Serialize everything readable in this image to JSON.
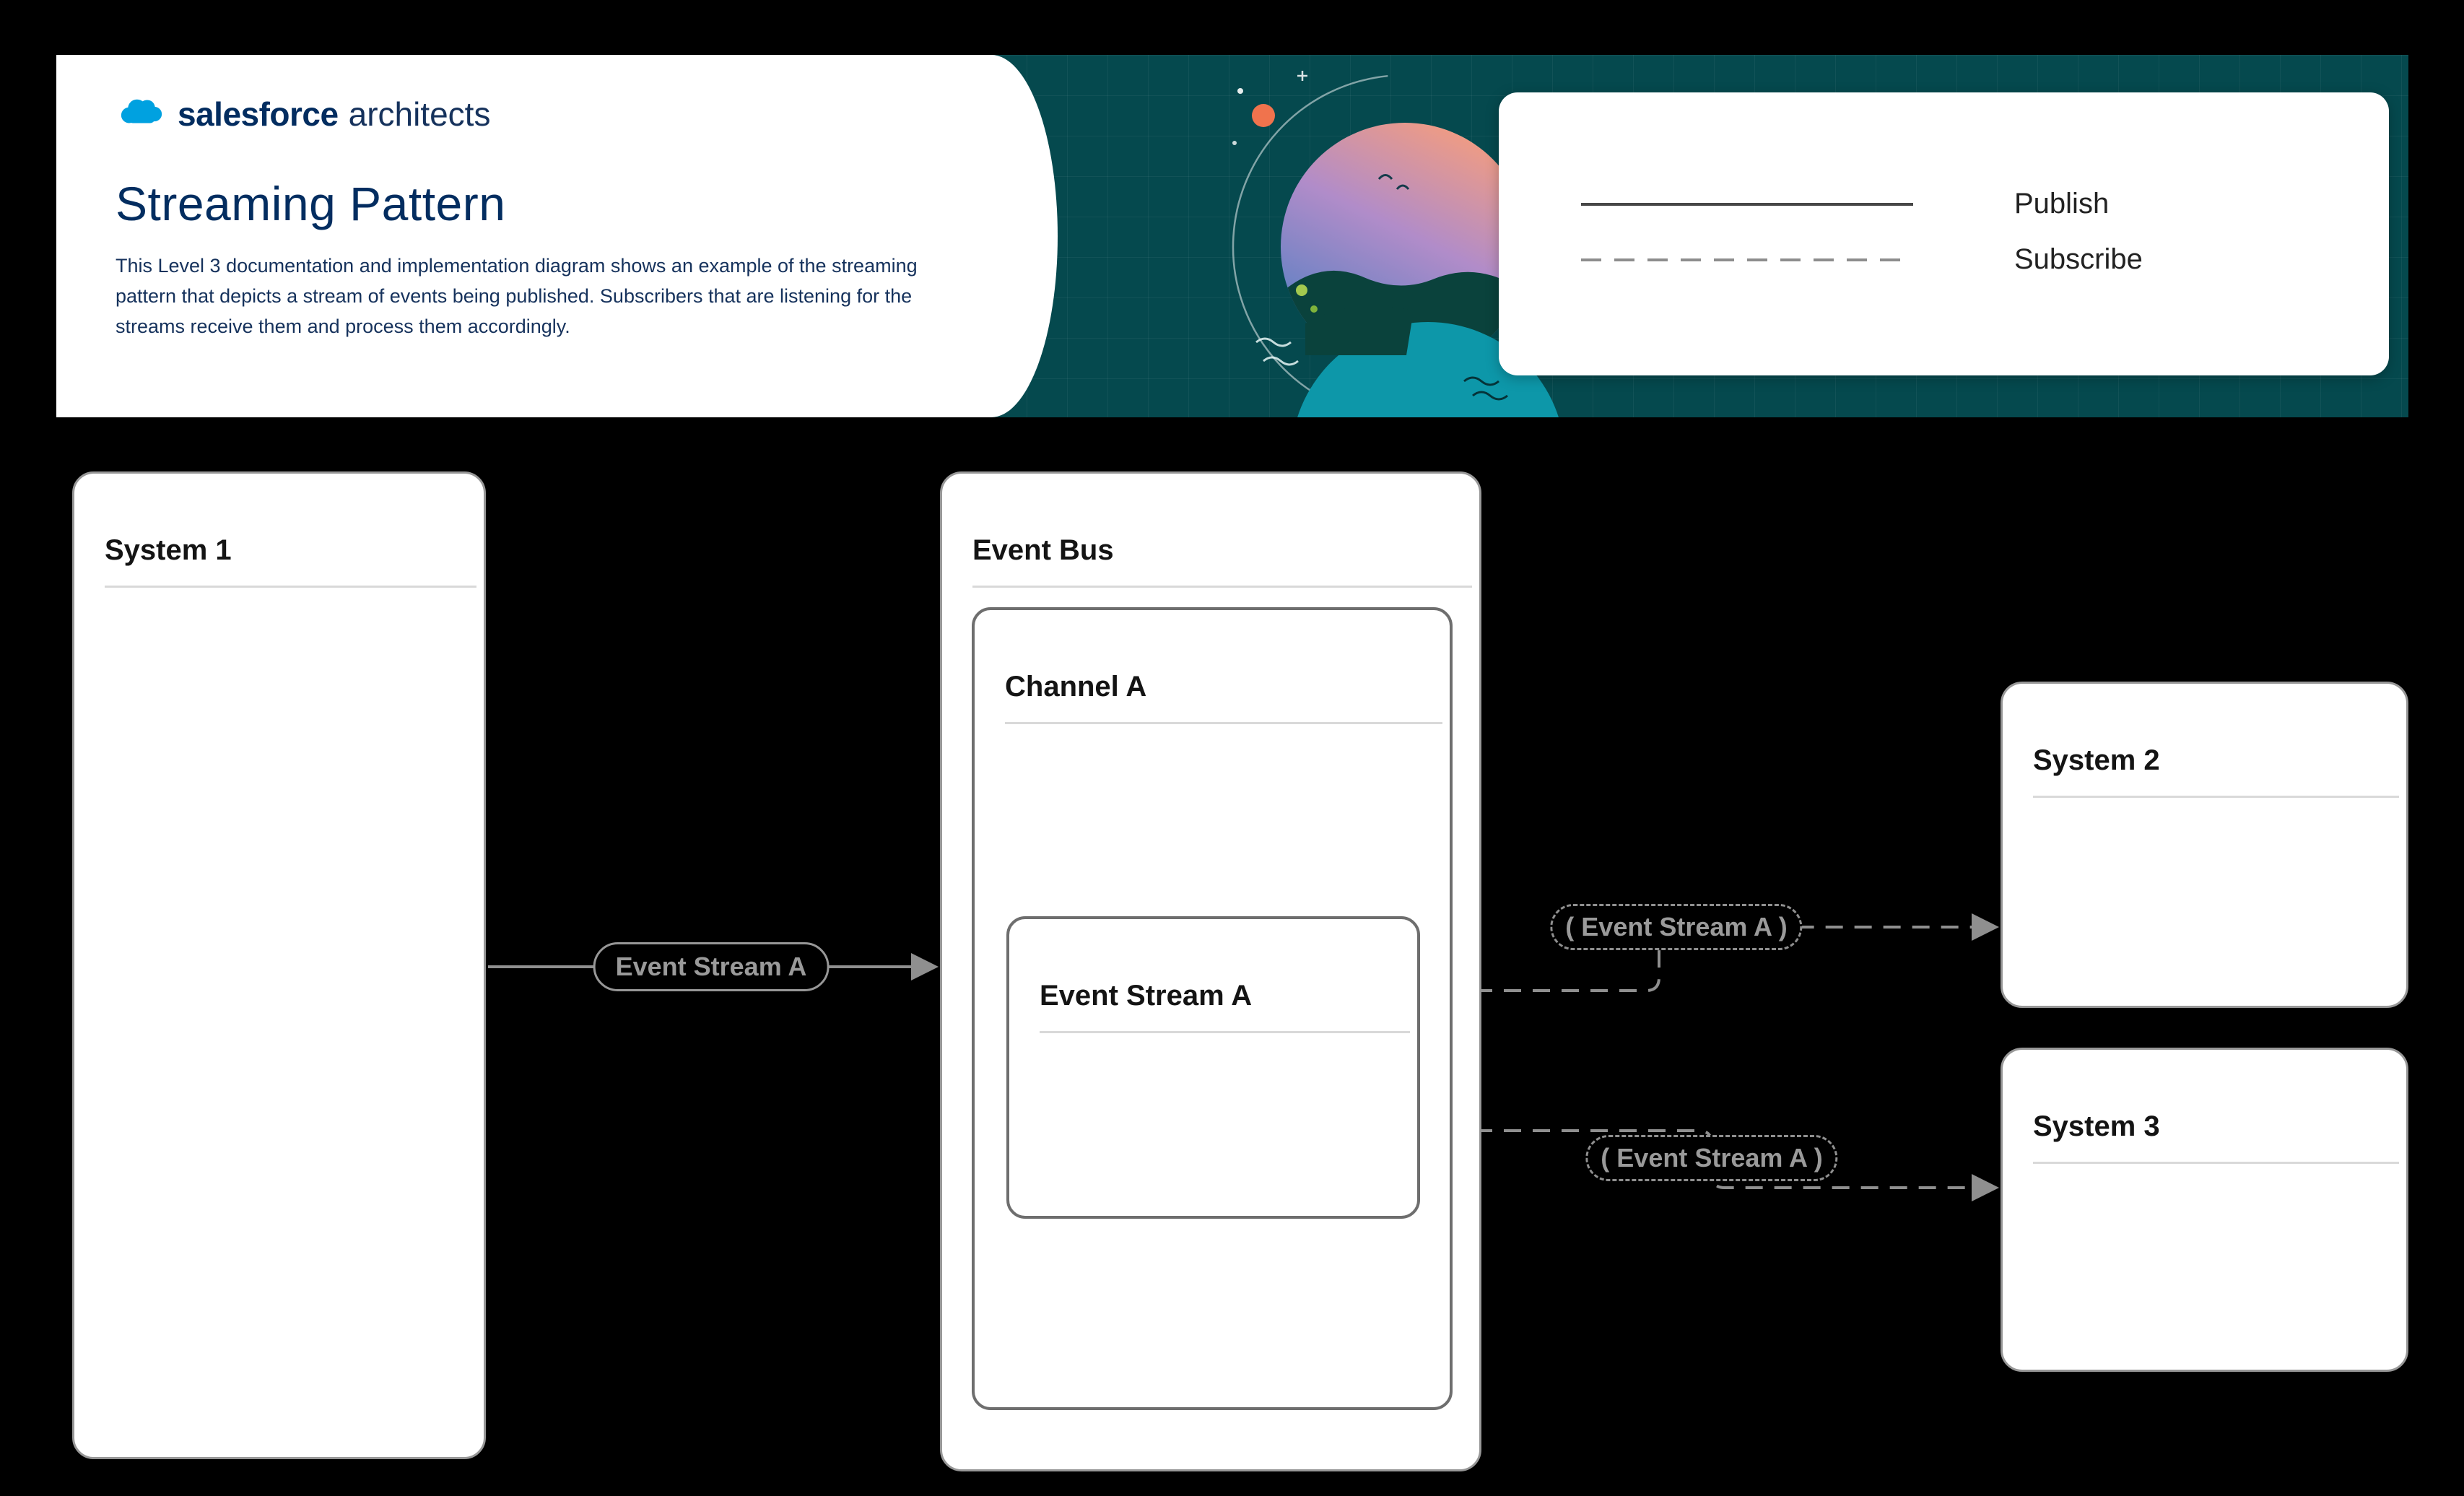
{
  "header": {
    "logo": {
      "brand": "salesforce",
      "suffix": "architects"
    },
    "title": "Streaming Pattern",
    "description": "This Level 3 documentation and implementation diagram shows an example of the streaming pattern that depicts a stream of events being published. Subscribers that are listening for the streams receive them and process them accordingly.",
    "legend": {
      "publish": "Publish",
      "subscribe": "Subscribe"
    }
  },
  "diagram": {
    "system1_title": "System 1",
    "event_bus_title": "Event Bus",
    "channel_a_title": "Channel A",
    "event_stream_a_title": "Event Stream A",
    "system2_title": "System 2",
    "system3_title": "System 3",
    "publish_flow_label": "Event Stream A",
    "subscribe_flow_label_top": "( Event Stream A )",
    "subscribe_flow_label_bottom": "( Event Stream A )"
  },
  "colors": {
    "background": "#000000",
    "header_teal": "#05494e",
    "navy": "#032d60",
    "logo_blue": "#00a1e0",
    "arrow_gray": "#8f8f8f",
    "box_border_outer": "#979797",
    "box_border_inner": "#6e6e6e"
  }
}
